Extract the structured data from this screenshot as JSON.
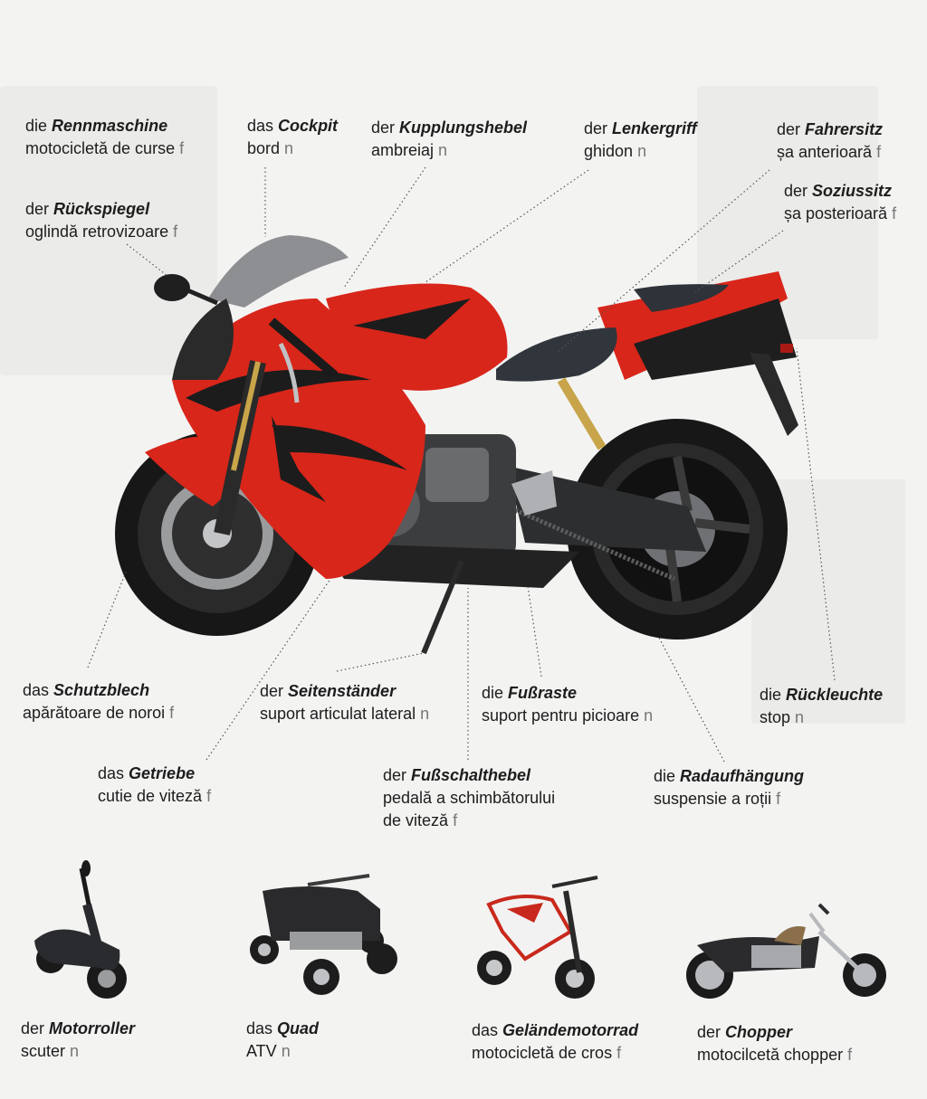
{
  "labels": {
    "rennmaschine": {
      "article": "die",
      "word": "Rennmaschine",
      "translation": "motocicletă de curse",
      "gender": "f"
    },
    "cockpit": {
      "article": "das",
      "word": "Cockpit",
      "translation": "bord",
      "gender": "n"
    },
    "kupplungshebel": {
      "article": "der",
      "word": "Kupplungshebel",
      "translation": "ambreiaj",
      "gender": "n"
    },
    "lenkergriff": {
      "article": "der",
      "word": "Lenkergriff",
      "translation": "ghidon",
      "gender": "n"
    },
    "fahrersitz": {
      "article": "der",
      "word": "Fahrersitz",
      "translation": "șa anterioară",
      "gender": "f"
    },
    "soziussitz": {
      "article": "der",
      "word": "Soziussitz",
      "translation": "șa posterioară",
      "gender": "f"
    },
    "rueckspiegel": {
      "article": "der",
      "word": "Rückspiegel",
      "translation": "oglindă retrovizoare",
      "gender": "f"
    },
    "schutzblech": {
      "article": "das",
      "word": "Schutzblech",
      "translation": "apărătoare de noroi",
      "gender": "f"
    },
    "seitenstaender": {
      "article": "der",
      "word": "Seitenständer",
      "translation": "suport articulat lateral",
      "gender": "n"
    },
    "fussraste": {
      "article": "die",
      "word": "Fußraste",
      "translation": "suport pentru picioare",
      "gender": "n"
    },
    "rueckleuchte": {
      "article": "die",
      "word": "Rückleuchte",
      "translation": "stop",
      "gender": "n"
    },
    "getriebe": {
      "article": "das",
      "word": "Getriebe",
      "translation": "cutie de viteză",
      "gender": "f"
    },
    "fussschalthebel": {
      "article": "der",
      "word": "Fußschalthebel",
      "translation": "pedală a schimbătorului",
      "translation2": "de viteză",
      "gender": "f"
    },
    "radaufhaengung": {
      "article": "die",
      "word": "Radaufhängung",
      "translation": "suspensie a roții",
      "gender": "f"
    },
    "motorroller": {
      "article": "der",
      "word": "Motorroller",
      "translation": "scuter",
      "gender": "n"
    },
    "quad": {
      "article": "das",
      "word": "Quad",
      "translation": "ATV",
      "gender": "n"
    },
    "gelaendemotorrad": {
      "article": "das",
      "word": "Geländemotorrad",
      "translation": "motocicletă de cros",
      "gender": "f"
    },
    "chopper": {
      "article": "der",
      "word": "Chopper",
      "translation": "motocilcetă chopper",
      "gender": "f"
    }
  },
  "colors": {
    "fairing_red": "#d8261a",
    "fairing_black": "#1c1c1c",
    "tire": "#171717",
    "metal": "#8d8f92"
  }
}
